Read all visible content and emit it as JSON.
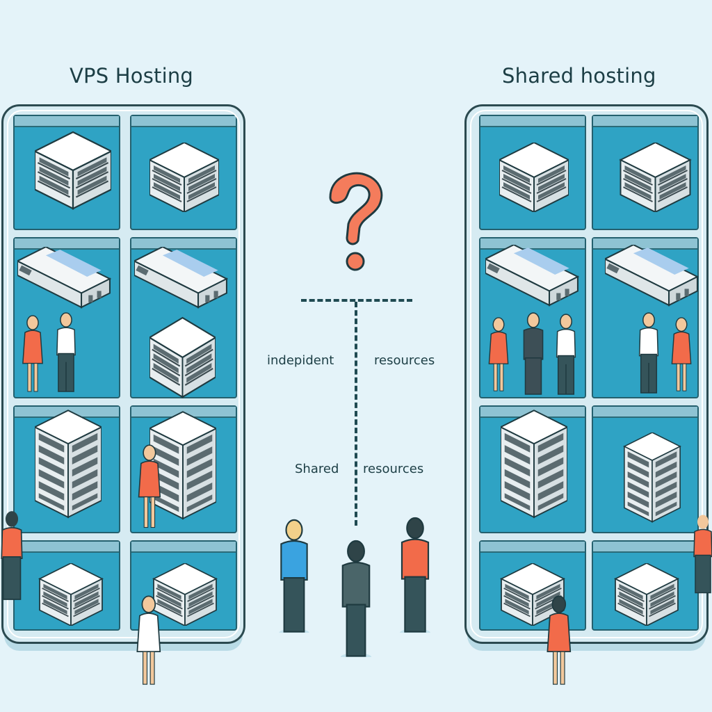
{
  "diagram": {
    "left_panel": {
      "title": "VPS Hosting"
    },
    "right_panel": {
      "title": "Shared hosting"
    },
    "center": {
      "symbol": "question-mark",
      "labels": {
        "independent": "indepident",
        "independent_resources": "resources",
        "shared": "Shared",
        "shared_resources": "resources"
      }
    },
    "colors": {
      "background": "#e4f3f9",
      "cell_blue": "#2fa3c4",
      "question_mark": "#f47c5c",
      "outline": "#1f4a52",
      "shirt_orange": "#f26b4a",
      "shirt_blue": "#3aa3e0",
      "trousers": "#35545a"
    }
  }
}
